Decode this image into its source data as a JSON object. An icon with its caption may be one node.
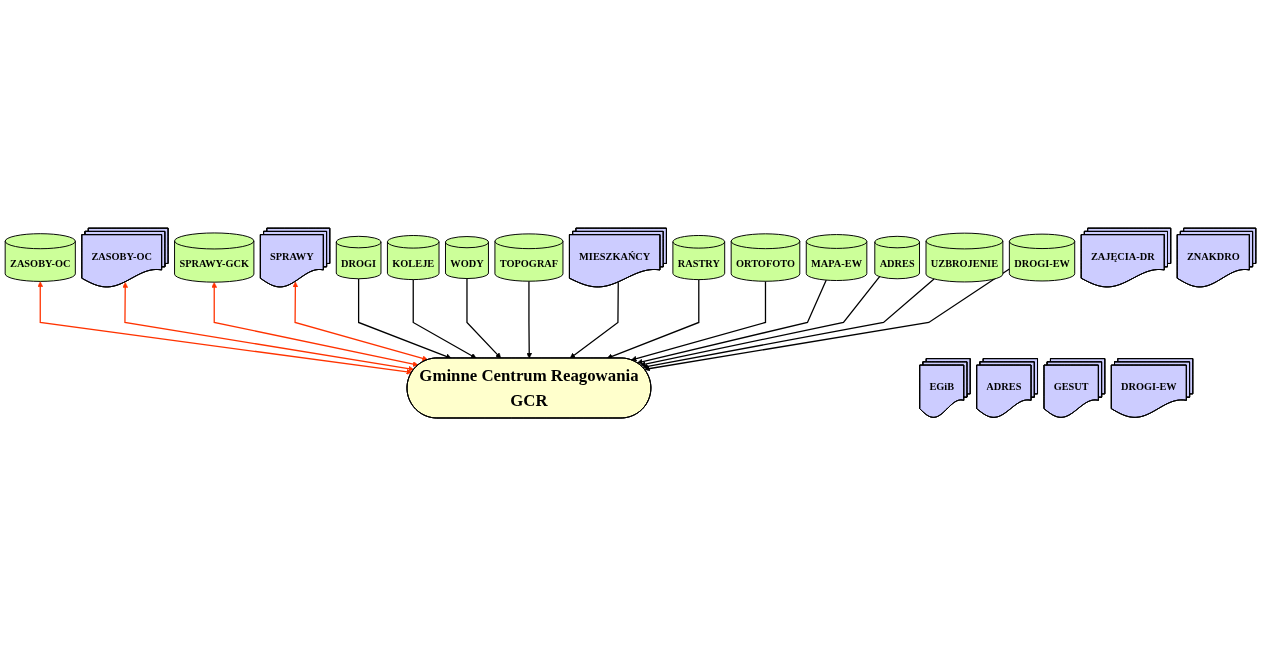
{
  "diagram": {
    "nodes": [
      {
        "text": [
          "ZASOBY-OC"
        ]
      },
      {
        "text": [
          "ZASOBY-OC"
        ]
      },
      {
        "text": [
          "SPRAWY-GCK"
        ]
      },
      {
        "text": [
          "SPRAWY"
        ]
      },
      {
        "text": [
          "DROGI"
        ]
      },
      {
        "text": [
          "KOLEJE"
        ]
      },
      {
        "text": [
          "WODY"
        ]
      },
      {
        "text": [
          "TOPOGRAF"
        ]
      },
      {
        "text": [
          "Gminne Centrum Reagowania",
          "GCR"
        ]
      },
      {
        "text": [
          "MIESZKAŃCY"
        ]
      },
      {
        "text": [
          "RASTRY"
        ]
      },
      {
        "text": [
          "ORTOFOTO"
        ]
      },
      {
        "text": [
          "MAPA-EW"
        ]
      },
      {
        "text": [
          "EGiB"
        ]
      },
      {
        "text": [
          "ADRES"
        ]
      },
      {
        "text": [
          "ADRES"
        ]
      },
      {
        "text": [
          "UZBROJENIE"
        ]
      },
      {
        "text": [
          "GESUT"
        ]
      },
      {
        "text": [
          "DROGI-EW"
        ]
      },
      {
        "text": [
          "ZAJĘCIA-DR"
        ]
      },
      {
        "text": [
          "DROGI-EW"
        ]
      },
      {
        "text": [
          "ZNAKDRO"
        ]
      }
    ],
    "edges": [
      {
        "from": 0,
        "to": 8,
        "arrow": "both",
        "color": "#ff3300"
      },
      {
        "from": 1,
        "to": 8,
        "arrow": "both",
        "color": "#ff3300"
      },
      {
        "from": 2,
        "to": 8,
        "arrow": "both",
        "color": "#ff3300"
      },
      {
        "from": 3,
        "to": 8,
        "arrow": "both",
        "color": "#ff3300"
      },
      {
        "from": 4,
        "to": 8,
        "arrow": "to"
      },
      {
        "from": 5,
        "to": 8,
        "arrow": "to"
      },
      {
        "from": 6,
        "to": 8,
        "arrow": "to"
      },
      {
        "from": 7,
        "to": 8,
        "arrow": "to"
      },
      {
        "from": 9,
        "to": 8,
        "arrow": "to"
      },
      {
        "from": 10,
        "to": 8,
        "arrow": "to"
      },
      {
        "from": 11,
        "to": 8,
        "arrow": "to"
      },
      {
        "from": 12,
        "to": 8,
        "arrow": "to"
      },
      {
        "from": 14,
        "to": 8,
        "arrow": "to"
      },
      {
        "from": 16,
        "to": 8,
        "arrow": "to"
      },
      {
        "from": 18,
        "to": 8,
        "arrow": "to"
      }
    ]
  }
}
